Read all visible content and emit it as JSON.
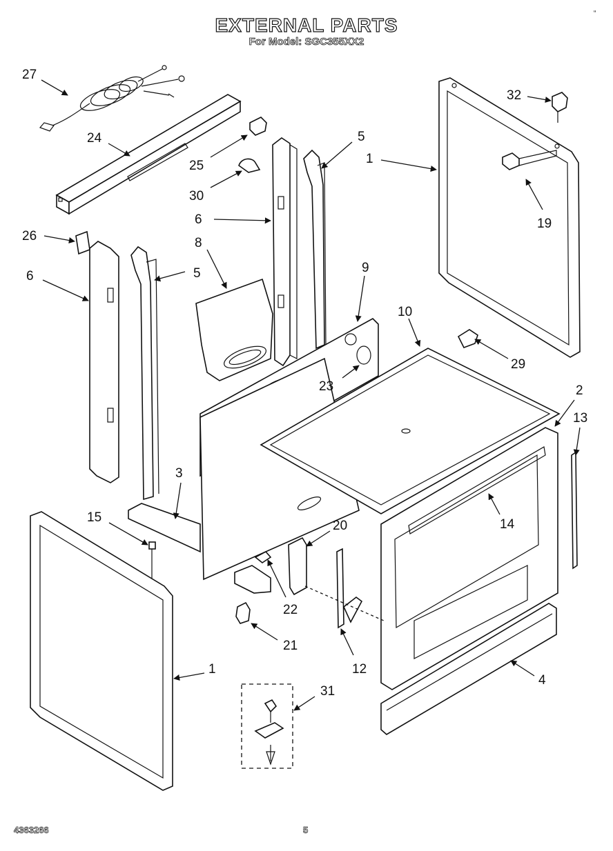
{
  "header": {
    "title": "EXTERNAL PARTS",
    "subtitle": "For Model: SGC355XX2"
  },
  "footer": {
    "doc_number": "4363266",
    "page_number": "5"
  },
  "corner_mark": "“",
  "callouts": [
    "27",
    "24",
    "25",
    "30",
    "5",
    "6",
    "1",
    "32",
    "19",
    "26",
    "6",
    "5",
    "8",
    "9",
    "10",
    "23",
    "29",
    "2",
    "13",
    "3",
    "15",
    "14",
    "20",
    "22",
    "21",
    "12",
    "1",
    "31",
    "4"
  ]
}
